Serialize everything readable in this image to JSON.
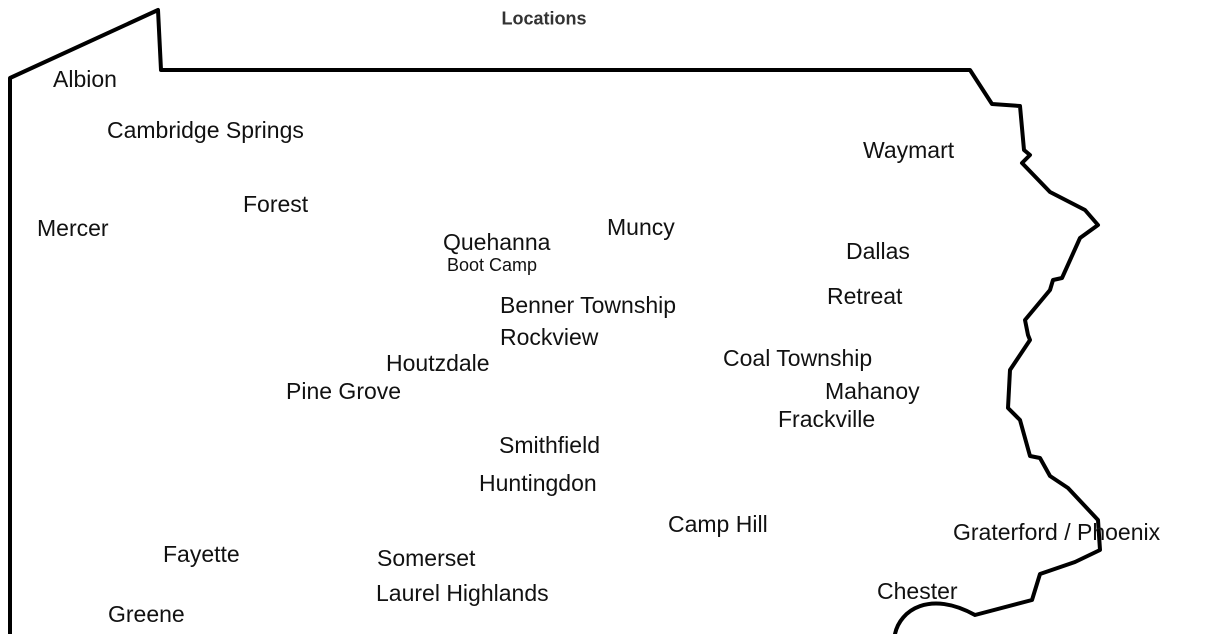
{
  "map": {
    "title": "Locations",
    "outline_color": "#000000",
    "label_color": "#111111",
    "locations": {
      "albion": "Albion",
      "cambridge_springs": "Cambridge Springs",
      "waymart": "Waymart",
      "forest": "Forest",
      "mercer": "Mercer",
      "quehanna": "Quehanna",
      "boot_camp": "Boot Camp",
      "muncy": "Muncy",
      "dallas": "Dallas",
      "benner_township": "Benner Township",
      "retreat": "Retreat",
      "rockview": "Rockview",
      "houtzdale": "Houtzdale",
      "coal_township": "Coal Township",
      "pine_grove": "Pine Grove",
      "mahanoy": "Mahanoy",
      "frackville": "Frackville",
      "smithfield": "Smithfield",
      "huntingdon": "Huntingdon",
      "camp_hill": "Camp Hill",
      "graterford_phoenix": "Graterford / Phoenix",
      "fayette": "Fayette",
      "somerset": "Somerset",
      "laurel_highlands": "Laurel Highlands",
      "chester": "Chester",
      "greene": "Greene"
    }
  }
}
